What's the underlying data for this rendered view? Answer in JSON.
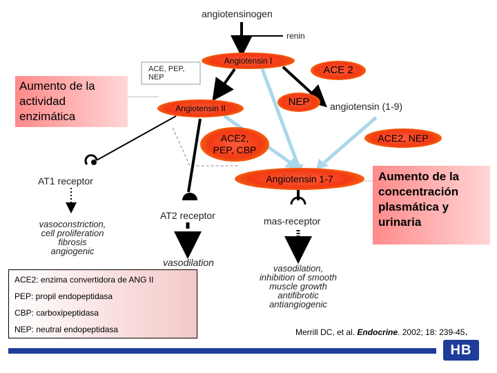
{
  "diagram": {
    "angiotensinogen": "angiotensinogen",
    "renin": "renin",
    "angiotensin_i": "Angiotensin I",
    "ace2_top": "ACE 2",
    "ace_pep_nep": [
      "ACE, PEP,",
      "NEP"
    ],
    "angiotensin_ii": "Angiotensin II",
    "nep": "NEP",
    "angiotensin_1_9": "angiotensin (1-9)",
    "ace2_pep_cbp": [
      "ACE2,",
      "PEP, CBP"
    ],
    "ace2_nep": "ACE2, NEP",
    "angiotensin_1_7": "Angiotensin 1-7",
    "at1_receptor": "AT1 receptor",
    "at1_effects": [
      "vasoconstriction,",
      "cell proliferation",
      "fibrosis",
      "angiogenic"
    ],
    "at2_receptor": "AT2 receptor",
    "at2_effect": "vasodilation",
    "mas_receptor": "mas-receptor",
    "mas_effects": [
      "vasodilation,",
      "inhibition of smooth",
      "muscle growth",
      "antifibrotic",
      "antiangiogenic"
    ]
  },
  "callouts": {
    "enzyme_activity": [
      "Aumento de la",
      "actividad",
      "enzimática"
    ],
    "concentration": [
      "Aumento de la",
      "concentración",
      "plasmática y",
      "urinaria"
    ]
  },
  "legend": [
    "ACE2: enzima convertidora de ANG II",
    "PEP: propil endopeptidasa",
    "CBP: carboxipeptidasa",
    "NEP: neutral endopeptidasa"
  ],
  "citation": {
    "authors": "Merrill DC, et al.",
    "journal": "Endocrine",
    "details": ". 2002; 18: 239-45",
    "end": "."
  },
  "footer": {
    "logo": "HB"
  },
  "colors": {
    "oval": "#f23a14",
    "callout": "#ff8a8a",
    "arrow_blue": "#a9d8ea",
    "footer_bar": "#1f3c9a"
  }
}
